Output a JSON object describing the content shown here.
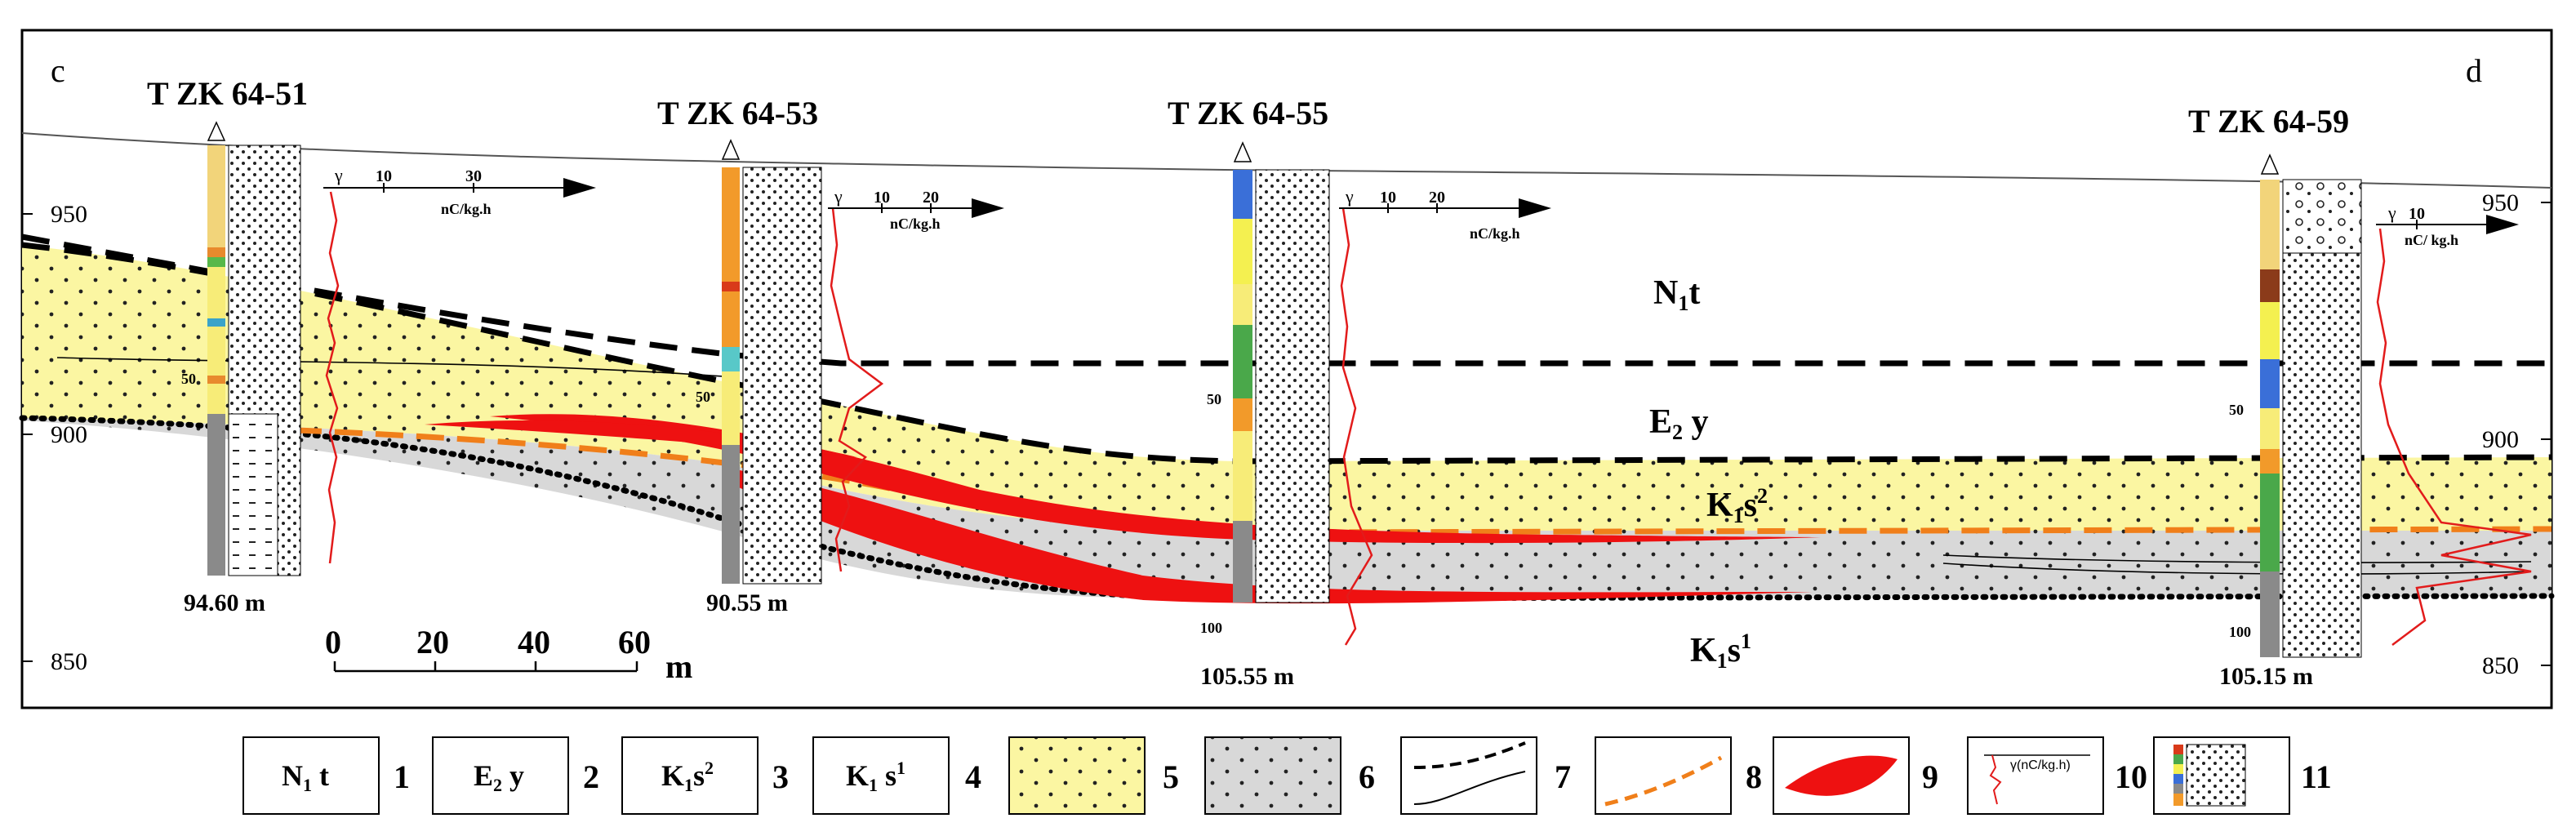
{
  "section": {
    "start_label": "c",
    "end_label": "d"
  },
  "elevations": {
    "left": [
      "950",
      "900",
      "850"
    ],
    "right": [
      "950",
      "900",
      "850"
    ]
  },
  "boreholes": [
    {
      "id": "T ZK 64-51",
      "depth": "94.60 m",
      "depth_tick": "50",
      "gamma_ticks": [
        "10",
        "30"
      ],
      "gamma_unit": "nC/kg.h"
    },
    {
      "id": "T ZK 64-53",
      "depth": "90.55 m",
      "depth_tick": "50",
      "gamma_ticks": [
        "10",
        "20"
      ],
      "gamma_unit": "nC/kg.h"
    },
    {
      "id": "T ZK 64-55",
      "depth": "105.55 m",
      "depth_tick": "50",
      "depth_tick2": "100",
      "gamma_ticks": [
        "10",
        "20"
      ],
      "gamma_unit": "nC/kg.h"
    },
    {
      "id": "T ZK 64-59",
      "depth": "105.15 m",
      "depth_tick": "50",
      "depth_tick2": "100",
      "gamma_ticks": [
        "10"
      ],
      "gamma_unit": "nC/ kg.h"
    }
  ],
  "gamma_symbol": "γ",
  "formations": {
    "n1t": {
      "main": "N",
      "sub": "1",
      "rest": "t"
    },
    "e2y": {
      "main": "E",
      "sub": "2",
      "rest": " y"
    },
    "k1s2": {
      "main": "K",
      "sub": "1",
      "rest": "s",
      "sup": "2"
    },
    "k1s1": {
      "main": "K",
      "sub": "1",
      "rest": "s",
      "sup": "1"
    }
  },
  "scale_bar": {
    "ticks": [
      "0",
      "20",
      "40",
      "60"
    ],
    "unit": "m"
  },
  "legend": [
    {
      "num": "1",
      "kind": "text",
      "main": "N",
      "sub": "1",
      "rest": " t",
      "sup": ""
    },
    {
      "num": "2",
      "kind": "text",
      "main": "E",
      "sub": "2",
      "rest": " y",
      "sup": ""
    },
    {
      "num": "3",
      "kind": "text",
      "main": "K",
      "sub": "1",
      "rest": "s",
      "sup": "2"
    },
    {
      "num": "4",
      "kind": "text",
      "main": "K",
      "sub": "1",
      "rest": " s",
      "sup": "1"
    },
    {
      "num": "5",
      "kind": "yellow-sand"
    },
    {
      "num": "6",
      "kind": "grey-sand"
    },
    {
      "num": "7",
      "kind": "boundary-lines"
    },
    {
      "num": "8",
      "kind": "orange-dash"
    },
    {
      "num": "9",
      "kind": "ore-lens"
    },
    {
      "num": "10",
      "kind": "gamma-log",
      "label": "γ(nC/kg.h)"
    },
    {
      "num": "11",
      "kind": "column"
    }
  ],
  "colors": {
    "yellow": "#fbf6a2",
    "grey": "#d8d8d8",
    "ore": "#ee1111",
    "orange": "#f07f1a",
    "gamma": "#e21b1b"
  }
}
